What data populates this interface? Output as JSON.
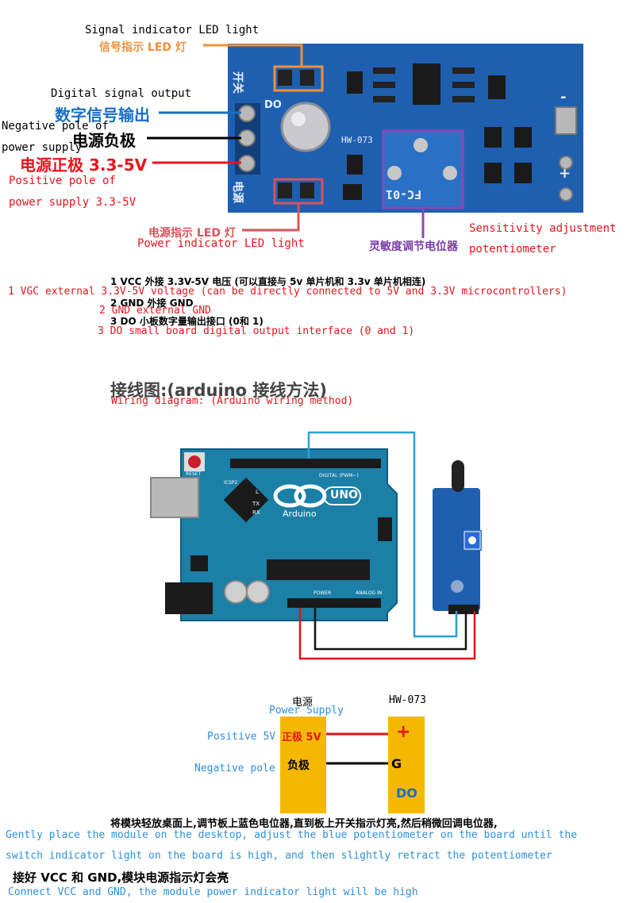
{
  "module": {
    "model_label": "HW-073",
    "board_label": "FC-01",
    "switch_mark": "开关",
    "power_mark": "电源",
    "do_mark": "DO",
    "plus_mark": "+",
    "minus_mark": "-",
    "colors": {
      "board": "#1f5fb0",
      "orange": "#f0903a",
      "blue": "#1a6fc2",
      "red": "#e8141b",
      "purple": "#7a3aa8"
    }
  },
  "labels": {
    "signal_led_en": "Signal indicator LED light",
    "signal_led_cn": "信号指示 LED 灯",
    "digital_out_en": "Digital signal output",
    "digital_out_cn": "数字信号输出",
    "neg_en_1": "Negative pole of",
    "neg_en_2": "power supply",
    "neg_cn": "电源负极",
    "pos_cn": "电源正极 3.3-5V",
    "pos_en_1": "Positive pole of",
    "pos_en_2": "power supply 3.3-5V",
    "power_led_cn": "电源指示 LED 灯",
    "power_led_en": "Power indicator LED light",
    "sens_en_1": "Sensitivity adjustment",
    "sens_en_2": "potentiometer",
    "sens_cn": "灵敏度调节电位器"
  },
  "pins": {
    "p1_cn": "1 VCC  外接 3.3V-5V 电压 (可以直接与 5v 单片机和 3.3v 单片机相连)",
    "p1_en": "1 VGC external 3.3V-5V voltage (can be directly connected to 5V and 3.3V microcontrollers)",
    "p2_cn": "2 GND  外接 GND",
    "p2_en": "2 GND external GND",
    "p3_cn": "3 DO  小板数字量输出接口 (0和 1)",
    "p3_en": "3 DO small board digital output interface (0 and 1)"
  },
  "wiring": {
    "title_cn": "接线图:(arduino 接线方法)",
    "title_en": "Wiring diagram: (Arduino wiring method)",
    "uno_label": "UNO",
    "arduino_label": "Arduino",
    "digital_label": "DIGITAL (PWM~)",
    "power_label": "POWER",
    "analog_label": "ANALOG IN",
    "icsp_label": "ICSP2",
    "reset_label": "RESET",
    "l_label": "L",
    "tx_label": "TX",
    "rx_label": "RX"
  },
  "connection": {
    "power_cn": "电源",
    "power_en": "Power Supply",
    "module_label": "HW-073",
    "pos_en": "Positive 5V",
    "pos_cn": "正极 5V",
    "neg_en": "Negative pole",
    "neg_cn": "负极",
    "plus": "+",
    "g": "G",
    "do": "DO"
  },
  "notes": {
    "n1_cn": "将模块轻放桌面上,调节板上蓝色电位器,直到板上开关指示灯亮,然后稍微回调电位器,",
    "n1_en_1": "Gently place the module on the desktop, adjust the blue potentiometer on the board until the",
    "n1_en_2": "switch indicator light on the board is high, and then slightly retract the potentiometer",
    "n2_cn": "接好 VCC 和 GND,模块电源指示灯会亮",
    "n2_en": "Connect VCC and GND, the module power indicator light will be high"
  }
}
